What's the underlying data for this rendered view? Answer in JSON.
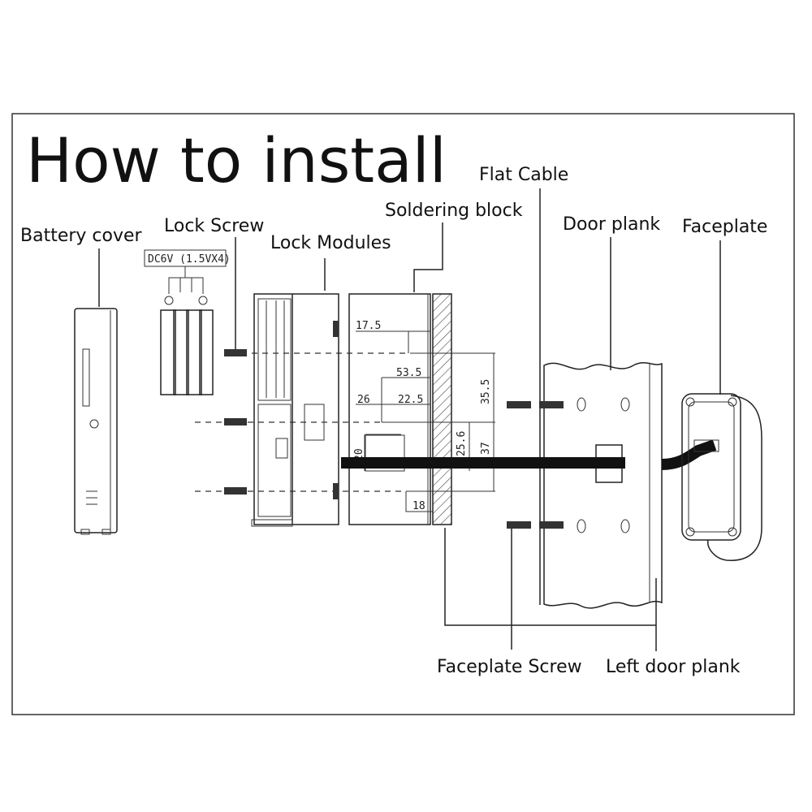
{
  "title": "How to install",
  "labels": {
    "battery_cover": "Battery cover",
    "lock_screw": "Lock Screw",
    "lock_modules": "Lock Modules",
    "soldering_block": "Soldering block",
    "flat_cable": "Flat Cable",
    "door_plank": "Door plank",
    "faceplate": "Faceplate",
    "faceplate_screw": "Faceplate Screw",
    "left_door_plank": "Left door plank"
  },
  "battery_spec": "DC6V (1.5VX4)",
  "dimensions": {
    "d1": "17.5",
    "d2": "53.5",
    "d3": "26",
    "d4": "22.5",
    "d5": "35.5",
    "d6": "20",
    "d7": "25.6",
    "d8": "37",
    "d9": "18"
  }
}
